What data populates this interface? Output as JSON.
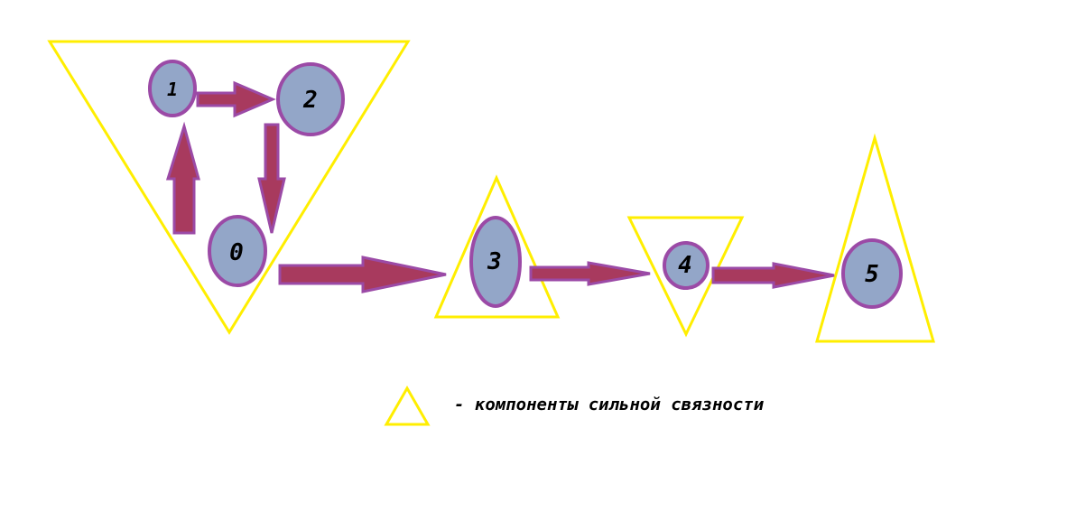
{
  "colors": {
    "background": "#ffffff",
    "component_outline": "#ffee00",
    "node_fill": "#93a6c8",
    "node_stroke": "#9b4aa6",
    "arrow_fill": "#a83a5e",
    "arrow_stroke": "#9b4aa6"
  },
  "nodes": [
    {
      "id": "n0",
      "label": "0"
    },
    {
      "id": "n1",
      "label": "1"
    },
    {
      "id": "n2",
      "label": "2"
    },
    {
      "id": "n3",
      "label": "3"
    },
    {
      "id": "n4",
      "label": "4"
    },
    {
      "id": "n5",
      "label": "5"
    }
  ],
  "edges": [
    {
      "from": "1",
      "to": "2"
    },
    {
      "from": "2",
      "to": "0"
    },
    {
      "from": "0",
      "to": "1"
    },
    {
      "from": "0",
      "to": "3"
    },
    {
      "from": "3",
      "to": "4"
    },
    {
      "from": "4",
      "to": "5"
    }
  ],
  "components": [
    {
      "members": [
        "0",
        "1",
        "2"
      ]
    },
    {
      "members": [
        "3"
      ]
    },
    {
      "members": [
        "4"
      ]
    },
    {
      "members": [
        "5"
      ]
    }
  ],
  "legend": {
    "text": "- компоненты сильной связности"
  }
}
